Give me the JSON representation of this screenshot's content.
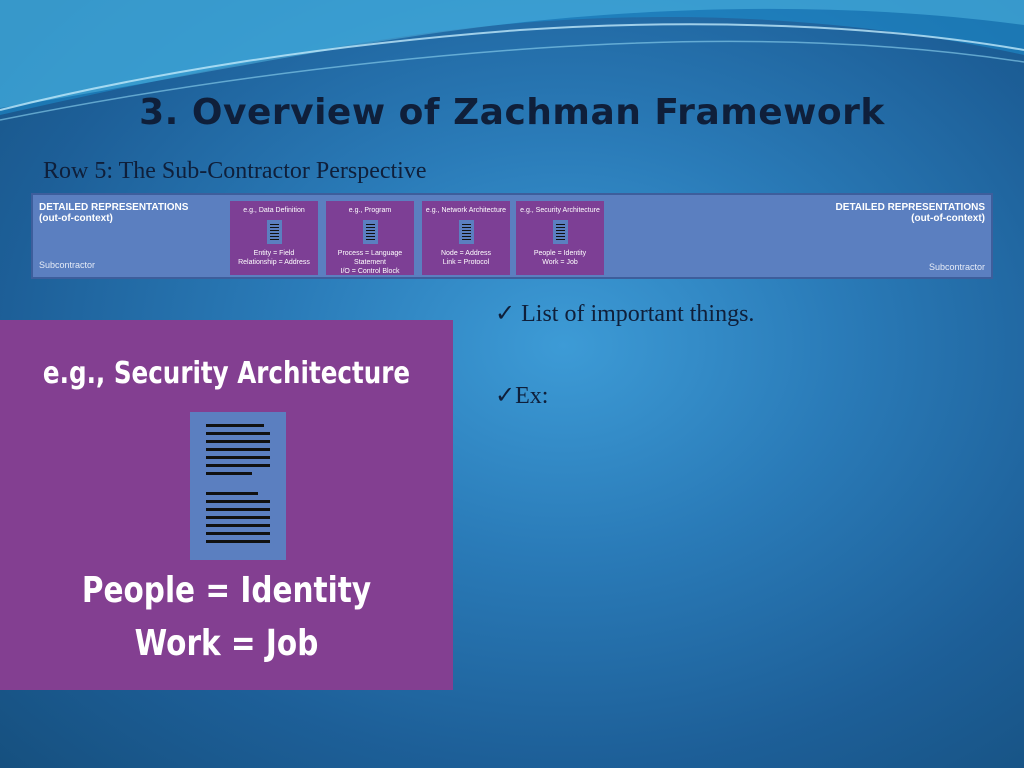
{
  "slide": {
    "title": "3. Overview of Zachman Framework",
    "subtitle": "Row 5: The Sub-Contractor Perspective"
  },
  "strip": {
    "left_heading": "DETAILED REPRESENTATIONS",
    "left_sub": "(out-of-context)",
    "left_role": "Subcontractor",
    "right_heading": "DETAILED REPRESENTATIONS",
    "right_sub": "(out-of-context)",
    "right_role": "Subcontractor",
    "cells": [
      {
        "heading": "e.g., Data Definition",
        "line1": "Entity = Field",
        "line2": "Relationship = Address"
      },
      {
        "heading": "e.g., Program",
        "line1": "Process = Language Statement",
        "line2": "I/O = Control Block"
      },
      {
        "heading": "e.g., Network Architecture",
        "line1": "Node = Address",
        "line2": "Link = Protocol"
      },
      {
        "heading": "e.g., Security Architecture",
        "line1": "People = Identity",
        "line2": "Work = Job"
      }
    ]
  },
  "detail": {
    "heading": "e.g., Security Architecture",
    "line1": "People = Identity",
    "line2": "Work = Job",
    "icon": "document-icon"
  },
  "bullets": [
    "✓ List of important things.",
    "✓Ex:"
  ],
  "colors": {
    "cell_purple": "#833f91",
    "strip_blue": "#5b7fc0",
    "title_text": "#0f1f3a"
  }
}
